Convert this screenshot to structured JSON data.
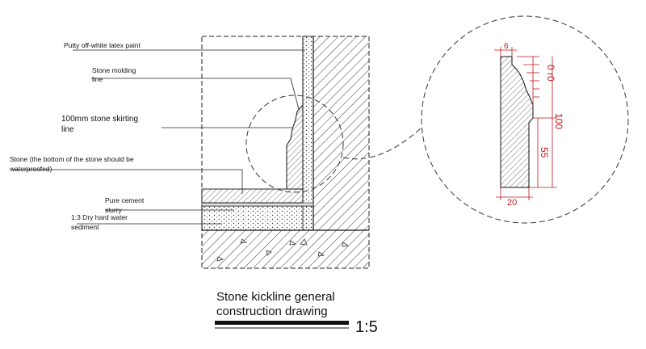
{
  "labels": {
    "putty": "Putty off-white latex paint",
    "molding_1": "Stone molding",
    "molding_2": "line",
    "skirting_1": "100mm stone skirting",
    "skirting_2": "line",
    "stone_1": "Stone (the bottom of the stone should be",
    "stone_2": "waterproofed)",
    "cement_1": "Pure cement",
    "cement_2": "slurry",
    "sediment_1": "1:3 Dry hard water",
    "sediment_2": "sediment"
  },
  "title": {
    "line1": "Stone kickline general",
    "line2": "construction drawing",
    "scale": "1:5"
  },
  "dimensions": {
    "top": "6",
    "upper": "0 r0",
    "upper_b": "0 r0",
    "total": "100",
    "lower": "55",
    "bottom": "20"
  },
  "colors": {
    "line": "#1a1a1a",
    "dimension": "#c0171a"
  }
}
